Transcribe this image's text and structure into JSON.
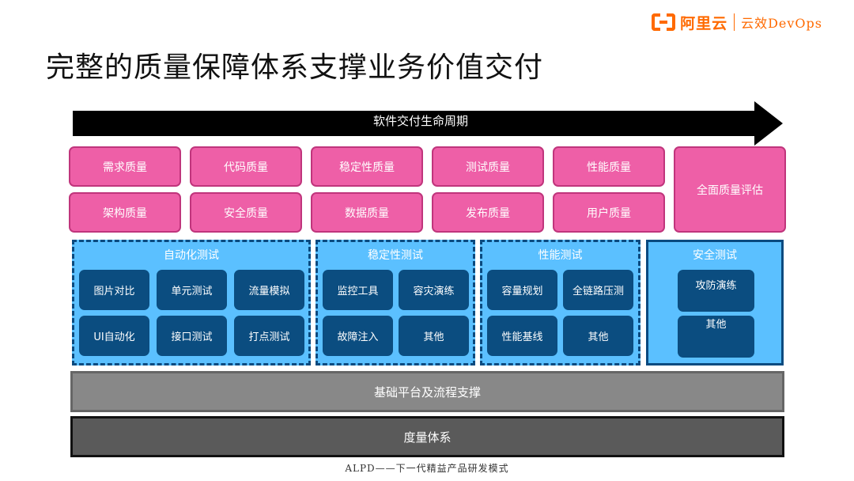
{
  "header": {
    "brand": "阿里云",
    "product": "云效DevOps"
  },
  "title": "完整的质量保障体系支撑业务价值交付",
  "arrow": {
    "label": "软件交付生命周期"
  },
  "quality": {
    "row1": [
      "需求质量",
      "代码质量",
      "稳定性质量",
      "测试质量",
      "性能质量"
    ],
    "row2": [
      "架构质量",
      "安全质量",
      "数据质量",
      "发布质量",
      "用户质量"
    ],
    "overall": "全面质量评估"
  },
  "groups": {
    "automation": {
      "title": "自动化测试",
      "items": [
        "图片对比",
        "单元测试",
        "流量模拟",
        "UI自动化",
        "接口测试",
        "打点测试"
      ]
    },
    "stability": {
      "title": "稳定性测试",
      "items": [
        "监控工具",
        "容灾演练",
        "故障注入",
        "其他"
      ]
    },
    "performance": {
      "title": "性能测试",
      "items": [
        "容量规划",
        "全链路压测",
        "性能基线",
        "其他"
      ]
    },
    "security": {
      "title": "安全测试",
      "items": [
        "攻防演练",
        "其他"
      ]
    }
  },
  "platform": "基础平台及流程支撑",
  "metrics": "度量体系",
  "footer": "ALPD——下一代精益产品研发模式",
  "colors": {
    "accent": "#ff6a00",
    "pink": "#ee5fa7",
    "light_blue": "#5bc0ff",
    "dark_blue": "#0b4d80",
    "platform_gray": "#888888",
    "metrics_gray": "#5a5a5a"
  }
}
